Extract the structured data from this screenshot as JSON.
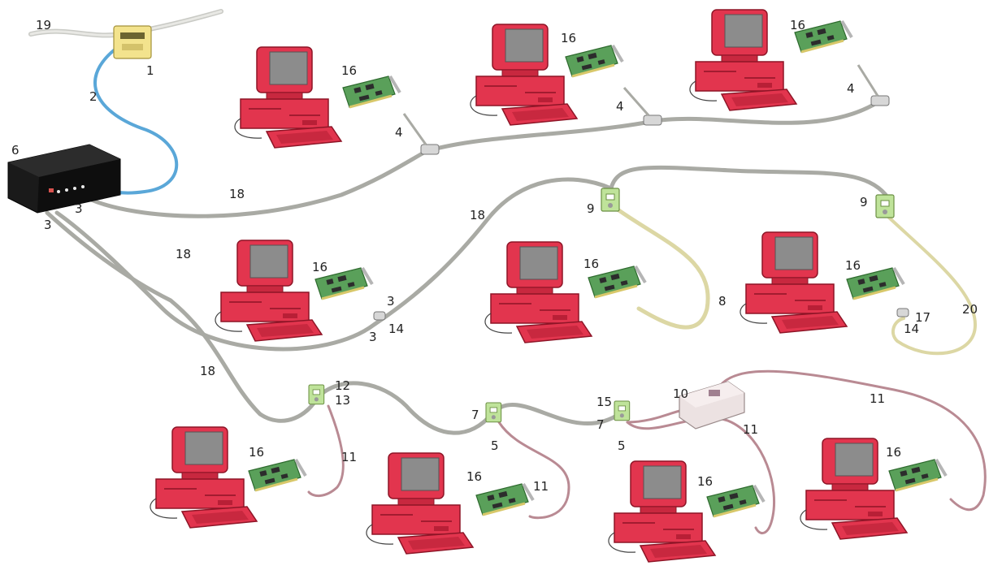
{
  "diagram": {
    "colors": {
      "computer": "#e2354e",
      "computer_dark": "#b81f36",
      "screen": "#8c8c8c",
      "card": "#5aa05a",
      "cable_coax": "#a9aaa4",
      "cable_blue": "#5aa7d8",
      "cable_pink": "#b98a93",
      "cable_yellow": "#dcd7a4",
      "hub": "#1a1a1a",
      "wall_plate": "#bfe39a",
      "box_yellow": "#f3e38d",
      "box_pink": "#ece2e2"
    },
    "labels": {
      "l19": "19",
      "l1": "1",
      "l2": "2",
      "l6": "6",
      "l3a": "3",
      "l3b": "3",
      "l18a": "18",
      "l18b": "18",
      "l18c": "18",
      "l18d": "18",
      "l16a": "16",
      "l16b": "16",
      "l16c": "16",
      "l16d": "16",
      "l16e": "16",
      "l16f": "16",
      "l16g": "16",
      "l16h": "16",
      "l16i": "16",
      "l16j": "16",
      "l4a": "4",
      "l4b": "4",
      "l4c": "4",
      "l9a": "9",
      "l9b": "9",
      "l8": "8",
      "l20": "20",
      "l17": "17",
      "l14a": "14",
      "l14b": "14",
      "l3c": "3",
      "l3d": "3",
      "l12": "12",
      "l13": "13",
      "l11a": "11",
      "l11b": "11",
      "l11c": "11",
      "l11d": "11",
      "l7a": "7",
      "l7b": "7",
      "l5a": "5",
      "l5b": "5",
      "l15": "15",
      "l10": "10"
    }
  }
}
